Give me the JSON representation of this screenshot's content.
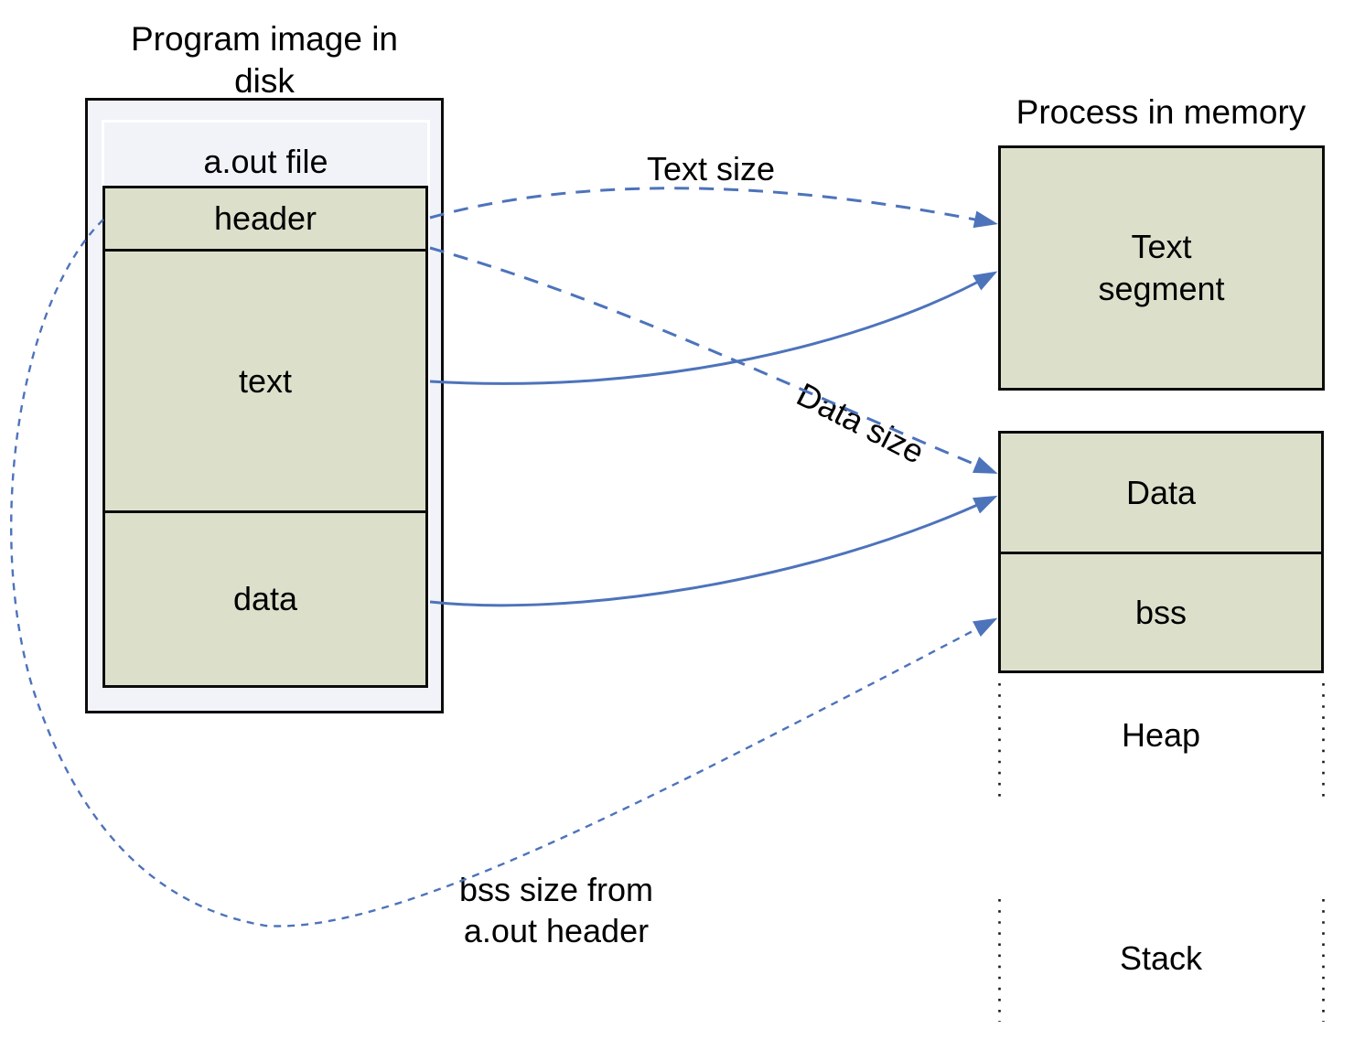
{
  "diagram": {
    "kind": "memory-layout-diagram",
    "disk": {
      "title": "Program image in\ndisk",
      "file_label": "a.out file",
      "sections": [
        {
          "label": "header"
        },
        {
          "label": "text"
        },
        {
          "label": "data"
        }
      ]
    },
    "memory": {
      "title": "Process in memory",
      "segments": [
        {
          "label": "Text\nsegment"
        },
        {
          "label": "Data"
        },
        {
          "label": "bss"
        },
        {
          "label": "Heap"
        },
        {
          "label": "Stack"
        }
      ]
    },
    "arrows": {
      "labels": {
        "text_size": "Text size",
        "data_size": "Data size",
        "bss_size": "bss size from\na.out header"
      },
      "connections": [
        {
          "from": "header",
          "to": "Text segment",
          "style": "long-dash",
          "label": "Text size"
        },
        {
          "from": "header",
          "to": "Data",
          "style": "long-dash",
          "label": "Data size"
        },
        {
          "from": "text",
          "to": "Text segment",
          "style": "solid",
          "label": ""
        },
        {
          "from": "data",
          "to": "Data",
          "style": "solid",
          "label": ""
        },
        {
          "from": "header",
          "to": "bss",
          "style": "short-dash",
          "label": "bss size from a.out header"
        }
      ]
    },
    "colors": {
      "arrow_blue": "#4d73bb",
      "segment_fill": "#dce0cb",
      "disk_container_fill": "#f1f3f9",
      "border_black": "#0c0c0c",
      "background": "#ffffff"
    }
  }
}
